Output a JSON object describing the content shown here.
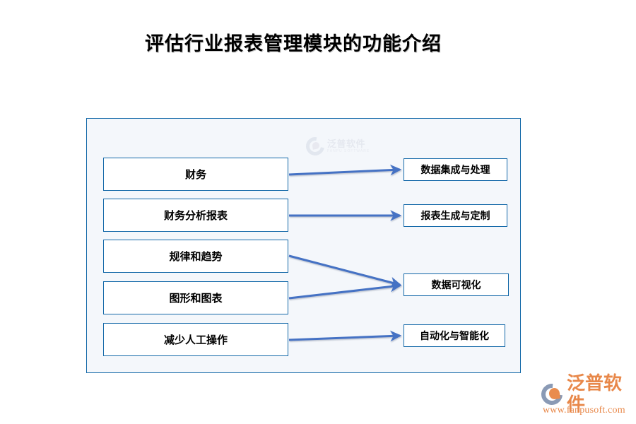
{
  "page": {
    "title": "评估行业报表管理模块的功能介绍",
    "background_color": "#ffffff"
  },
  "theme": {
    "border_blue": "#1368a8",
    "panel_fill": "#f4f7fb",
    "arrow_blue": "#4472c4",
    "brand_orange": "#e8884a",
    "brand_gray": "#8a9ab5",
    "box_fill": "#ffffff"
  },
  "diagram": {
    "panel_watermark": {
      "cn": "泛普软件",
      "en": "FANPU SOFTWARE",
      "mark_icon": "fanpu-swirl-icon"
    },
    "inputs": [
      {
        "id": "l1",
        "label": "财务"
      },
      {
        "id": "l2",
        "label": "财务分析报表"
      },
      {
        "id": "l3",
        "label": "规律和趋势"
      },
      {
        "id": "l4",
        "label": "图形和图表"
      },
      {
        "id": "l5",
        "label": "减少人工操作"
      }
    ],
    "outputs": [
      {
        "id": "r1",
        "label": "数据集成与处理"
      },
      {
        "id": "r2",
        "label": "报表生成与定制"
      },
      {
        "id": "r3",
        "label": "数据可视化"
      },
      {
        "id": "r4",
        "label": "自动化与智能化"
      }
    ],
    "connections": [
      {
        "from": "l1",
        "to": "r1"
      },
      {
        "from": "l2",
        "to": "r2"
      },
      {
        "from": "l3",
        "to": "r3"
      },
      {
        "from": "l4",
        "to": "r3"
      },
      {
        "from": "l5",
        "to": "r4"
      }
    ]
  },
  "brand": {
    "name_cn": "泛普软件",
    "url": "www.fanpusoft.com",
    "mark_icon": "fanpu-swirl-icon"
  }
}
